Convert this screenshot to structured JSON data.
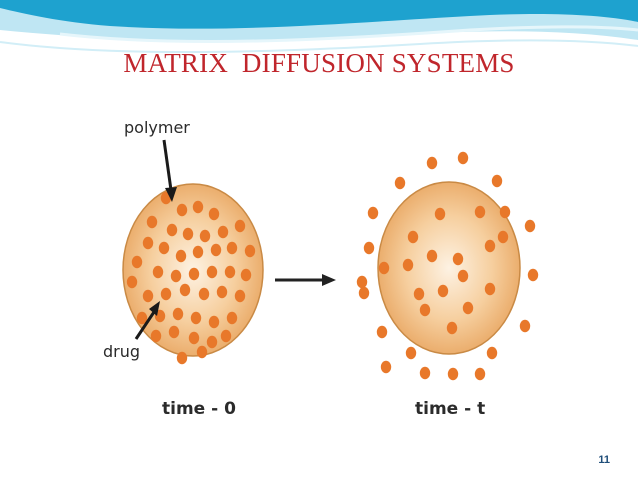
{
  "slide": {
    "title": "MATRIX  DIFFUSION SYSTEMS",
    "page_number": "11"
  },
  "diagram": {
    "label_polymer": "polymer",
    "label_drug": "drug",
    "caption_left": "time - 0",
    "caption_right": "time - t"
  },
  "colors": {
    "title": "#c0262c",
    "page_number": "#1f4e79",
    "sphere_light": "#fbe7cf",
    "sphere_edge": "#e8a560",
    "sphere_stroke": "#c98a45",
    "drug_dot": "#e8782a",
    "header_wave_dark": "#1ea2cf",
    "header_wave_light": "#bfe6f3",
    "text": "#2b2b2b"
  }
}
